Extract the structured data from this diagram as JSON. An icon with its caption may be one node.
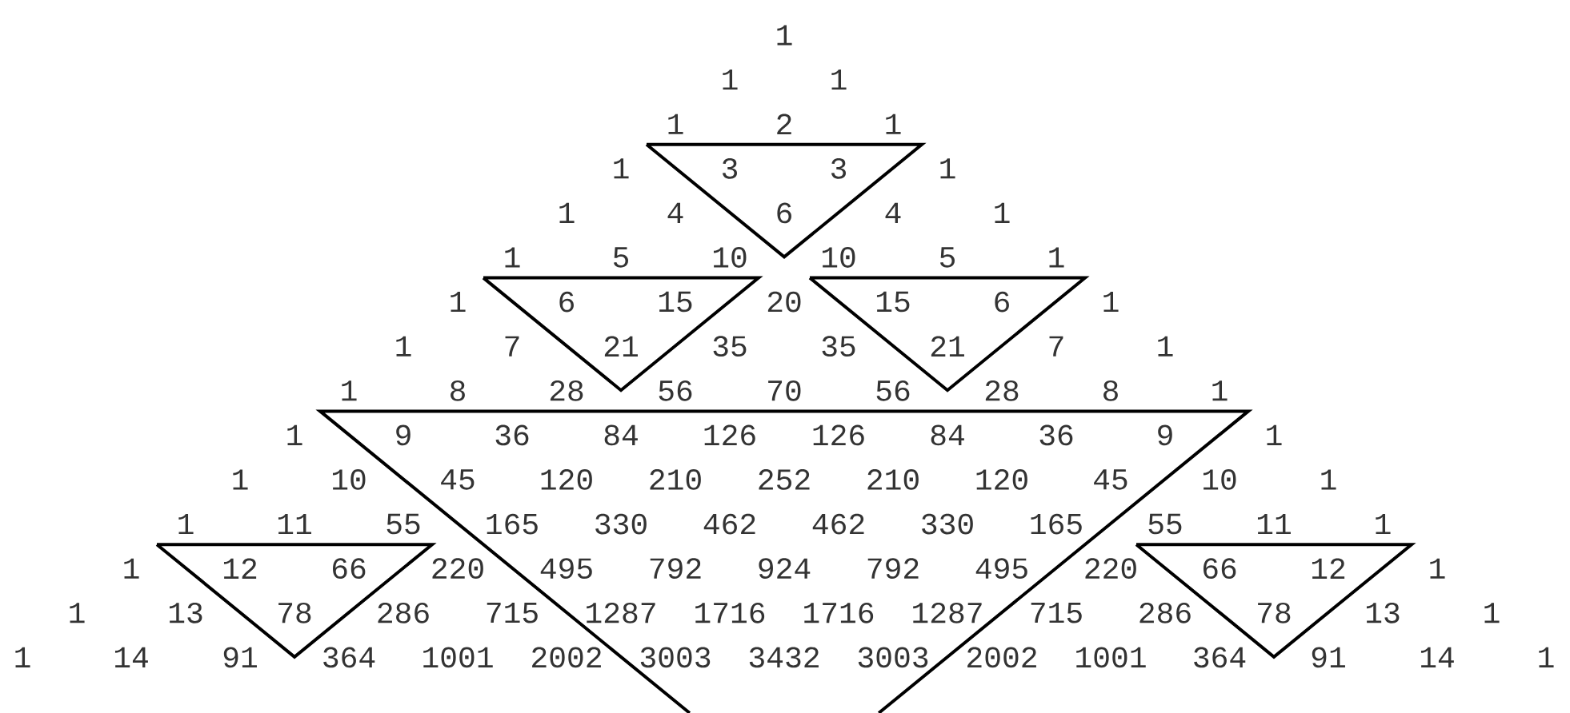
{
  "diagram": {
    "labels": [
      "1",
      "1",
      "1",
      "1",
      "2",
      "1",
      "1",
      "3",
      "3",
      "1",
      "1",
      "4",
      "6",
      "4",
      "1",
      "1",
      "5",
      "10",
      "10",
      "5",
      "1",
      "1",
      "6",
      "15",
      "20",
      "15",
      "6",
      "1",
      "1",
      "7",
      "21",
      "35",
      "35",
      "21",
      "7",
      "1",
      "1",
      "8",
      "28",
      "56",
      "70",
      "56",
      "28",
      "8",
      "1",
      "1",
      "9",
      "36",
      "84",
      "126",
      "126",
      "84",
      "36",
      "9",
      "1",
      "1",
      "10",
      "45",
      "120",
      "210",
      "252",
      "210",
      "120",
      "45",
      "10",
      "1",
      "1",
      "11",
      "55",
      "165",
      "330",
      "462",
      "462",
      "330",
      "165",
      "55",
      "11",
      "1",
      "1",
      "12",
      "66",
      "220",
      "495",
      "792",
      "924",
      "792",
      "495",
      "220",
      "66",
      "12",
      "1",
      "1",
      "13",
      "78",
      "286",
      "715",
      "1287",
      "1716",
      "1716",
      "1287",
      "715",
      "286",
      "78",
      "13",
      "1",
      "1",
      "14",
      "91",
      "364",
      "1001",
      "2002",
      "3003",
      "3432",
      "3003",
      "2002",
      "1001",
      "364",
      "91",
      "14",
      "1"
    ]
  }
}
